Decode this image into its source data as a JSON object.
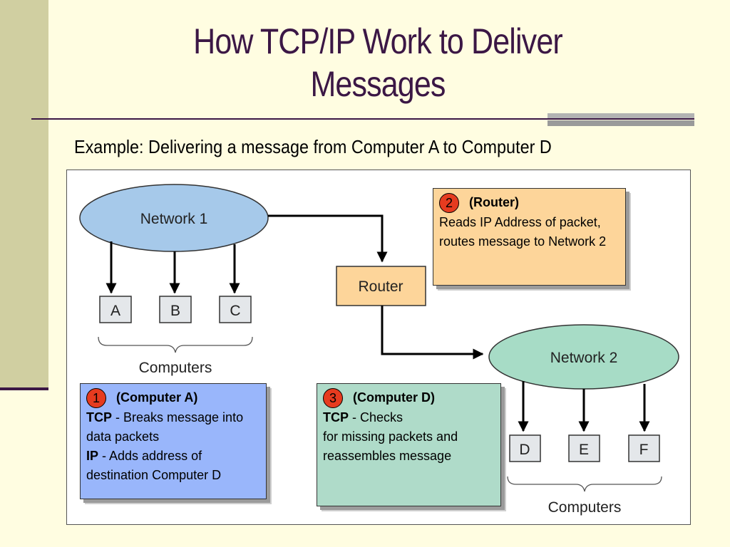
{
  "title": "How TCP/IP Work to Deliver Messages",
  "subtitle": "Example: Delivering a message from Computer A to Computer D",
  "diagram": {
    "network1": "Network 1",
    "network2": "Network 2",
    "router": "Router",
    "computers_left": [
      "A",
      "B",
      "C"
    ],
    "computers_right": [
      "D",
      "E",
      "F"
    ],
    "computers_label": "Computers"
  },
  "callouts": {
    "step1": {
      "number": "1",
      "heading": "(Computer A)",
      "tcp_term": "TCP",
      "tcp_text": " - Breaks message into data packets",
      "ip_term": "IP",
      "ip_text": " - Adds address of destination Computer D"
    },
    "step2": {
      "number": "2",
      "heading": "(Router)",
      "text": "Reads IP Address of packet, routes message to Network 2"
    },
    "step3": {
      "number": "3",
      "heading": "(Computer D)",
      "tcp_term": "TCP",
      "tcp_text": " - Checks",
      "text": "for missing packets and reassembles message"
    }
  },
  "colors": {
    "network1": "#a6c9ea",
    "network2": "#a7dcc6",
    "router": "#fdd59a",
    "title": "#3b1745",
    "badge": "#e63b1f"
  }
}
